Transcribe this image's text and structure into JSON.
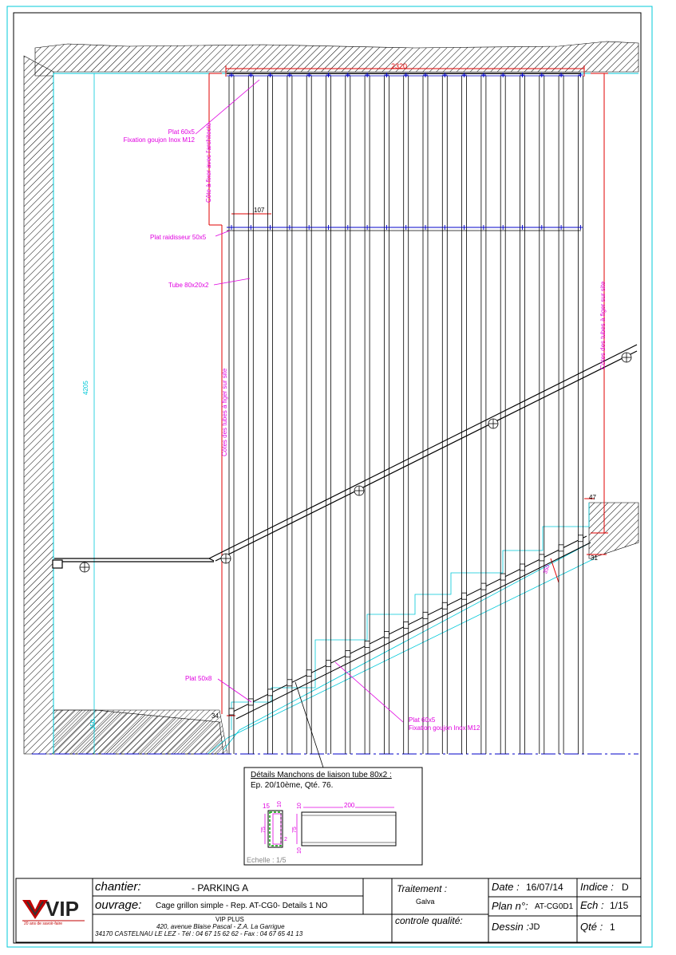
{
  "dimensions": {
    "total_width": "2320",
    "height_4205": "4205",
    "spacing_107": "107",
    "offset_47": "47",
    "offset_31": "31",
    "offset_34": "34",
    "bottom_350": "350",
    "slant_350": "350"
  },
  "annotations": {
    "plat_60x5_top_line1": "Plat 60x5",
    "plat_60x5_top_line2": "Fixation  goujon Inox M12",
    "cote_architecte": "Côte à fixer avec l'architecte",
    "plat_raidisseur": "Plat raidisseur 50x5",
    "tube": "Tube 80x20x2",
    "cotes_tubes_left": "Côtes des tubes à figer sur site",
    "cotes_tubes_right": "Côtes des tubes à figer sur site",
    "plat_50x8": "Plat 50x8",
    "plat_60x5_bottom_line1": "Plat 60x5",
    "plat_60x5_bottom_line2": "Fixation goujon Inox M12"
  },
  "detail": {
    "title": "Détails Manchons de liaison tube 80x2 :",
    "subtitle": "Ep. 20/10ème, Qté. 76.",
    "dim_15": "15",
    "dim_10a": "10",
    "dim_10b": "10",
    "dim_75a": "75",
    "dim_75b": "75",
    "dim_2": "2",
    "dim_10c": "10",
    "dim_200": "200",
    "scale": "Echelle : 1/5"
  },
  "titleblock": {
    "logo_text": "VIP",
    "logo_tagline": "20 ans de savoir-faire",
    "chantier_label": "chantier:",
    "chantier_value": "- PARKING A",
    "ouvrage_label": "ouvrage:",
    "ouvrage_value": "Cage grillon simple - Rep. AT-CG0- Details 1 NO",
    "company": "VIP PLUS",
    "address_line1": "420, avenue Blaise Pascal - Z.A. La Garrigue",
    "address_line2": "34170 CASTELNAU LE LEZ - Tél : 04 67 15 62 62 - Fax : 04 67 65 41 13",
    "traitement_label": "Traitement :",
    "traitement_value": "Galva",
    "controle_label": "controle qualité:",
    "date_label": "Date :",
    "date_value": "16/07/14",
    "plan_label": "Plan n°:",
    "plan_value": "AT-CG0D1",
    "dessin_label": "Dessin :",
    "dessin_value": "JD",
    "indice_label": "Indice :",
    "indice_value": "D",
    "ech_label": "Ech :",
    "ech_value": "1/15",
    "qte_label": "Qté :",
    "qte_value": "1"
  },
  "colors": {
    "magenta": "#e000e0",
    "cyan": "#00c8d8",
    "red": "#e00000",
    "blue": "#0000c8",
    "black": "#000000"
  }
}
